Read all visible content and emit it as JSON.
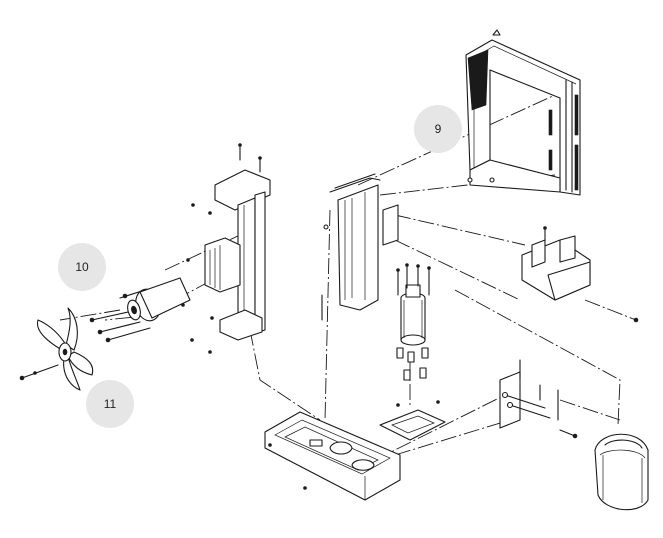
{
  "callouts": {
    "part_9": "9",
    "part_10": "10",
    "part_11": "11"
  },
  "colors": {
    "callout_fill": "#e6e6e6",
    "line": "#1a1a1a",
    "background": "#ffffff"
  }
}
